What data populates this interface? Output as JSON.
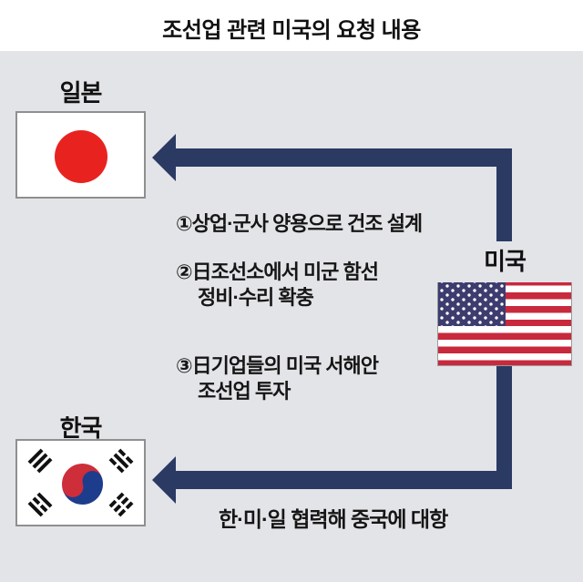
{
  "header": {
    "title": "조선업 관련 미국의 요청 내용"
  },
  "countries": {
    "japan": {
      "label": "일본"
    },
    "usa": {
      "label": "미국"
    },
    "korea": {
      "label": "한국"
    }
  },
  "requests": [
    {
      "line1": "①상업·군사 양용으로 건조 설계",
      "line2": ""
    },
    {
      "line1": "②日조선소에서 미군 함선",
      "line2": "정비·수리 확충"
    },
    {
      "line1": "③日기업들의 미국 서해안",
      "line2": "조선업 투자"
    }
  ],
  "caption": "한·미·일 협력해 중국에 대항",
  "colors": {
    "background": "#e3e4e8",
    "header_background": "#ffffff",
    "arrow_navy": "#2b3a63",
    "japan_red": "#e8231f",
    "korea_red": "#cd2e3a",
    "korea_blue": "#1d3d8c",
    "us_red": "#c8293c",
    "us_blue": "#3d3c6e",
    "text": "#161616"
  }
}
